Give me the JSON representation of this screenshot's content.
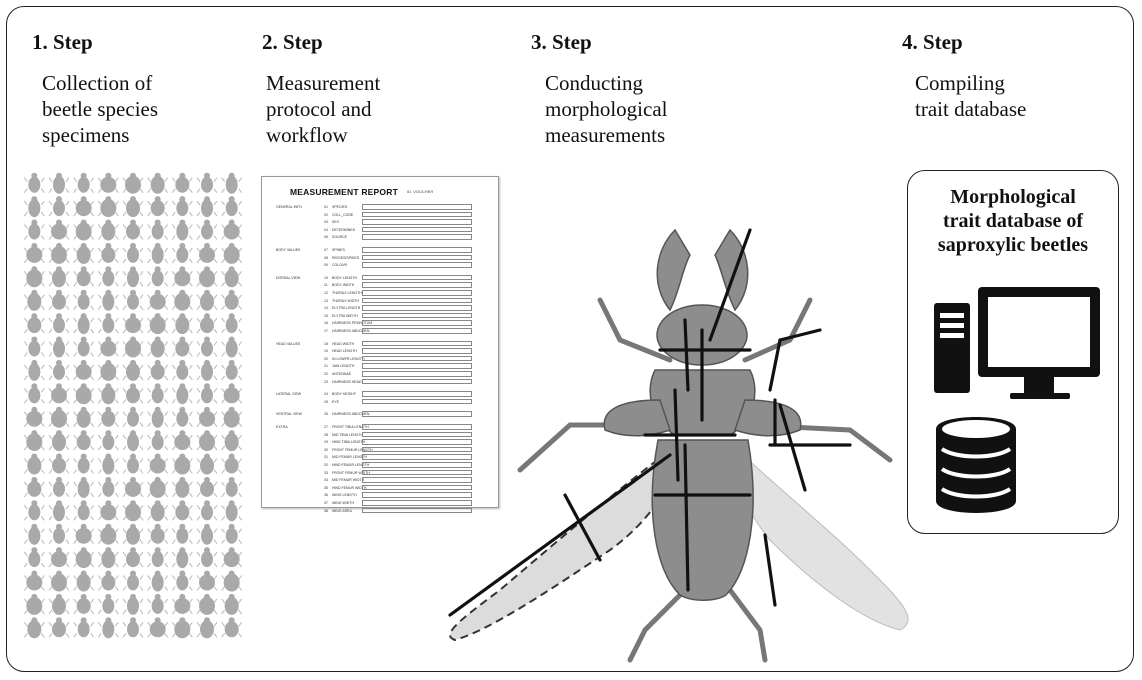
{
  "steps": [
    {
      "title": "1. Step",
      "lines": [
        "Collection of",
        "beetle species",
        "specimens"
      ]
    },
    {
      "title": "2. Step",
      "lines": [
        "Measurement",
        "protocol and",
        "workflow"
      ]
    },
    {
      "title": "3. Step",
      "lines": [
        "Conducting",
        "morphological",
        "measurements"
      ]
    },
    {
      "title": "4. Step",
      "lines": [
        "Compiling",
        "trait database"
      ]
    }
  ],
  "report": {
    "title": "MEASUREMENT REPORT",
    "id_label": "ID: VOUCHER",
    "rows": [
      {
        "section": "GENERAL INFO",
        "num": "01",
        "label": "SPECIES"
      },
      {
        "section": "",
        "num": "02",
        "label": "COLL_CODE"
      },
      {
        "section": "",
        "num": "03",
        "label": "SEX"
      },
      {
        "section": "",
        "num": "04",
        "label": "DETERMINED"
      },
      {
        "section": "",
        "num": "05",
        "label": "SOURCE"
      },
      {
        "section": "BODY VALUES",
        "num": "07",
        "label": "SPINES"
      },
      {
        "section": "",
        "num": "08",
        "label": "RIDGES/SPIKES"
      },
      {
        "section": "",
        "num": "09",
        "label": "COLOUR"
      },
      {
        "section": "DORSAL VIEW",
        "num": "10",
        "label": "BODY LENGTH"
      },
      {
        "section": "",
        "num": "11",
        "label": "BODY WIDTH"
      },
      {
        "section": "",
        "num": "12",
        "label": "THORAX LENGTH"
      },
      {
        "section": "",
        "num": "13",
        "label": "THORAX WIDTH"
      },
      {
        "section": "",
        "num": "14",
        "label": "ELYTRA LENGTH"
      },
      {
        "section": "",
        "num": "15",
        "label": "ELYTRA WIDTH"
      },
      {
        "section": "",
        "num": "16",
        "label": "HAIRINESS PRONOTUM"
      },
      {
        "section": "",
        "num": "17",
        "label": "HAIRINESS ABDOMEN"
      },
      {
        "section": "HEAD VALUES",
        "num": "18",
        "label": "HEAD WIDTH"
      },
      {
        "section": "",
        "num": "19",
        "label": "HEAD LENGTH"
      },
      {
        "section": "",
        "num": "20",
        "label": "IN LOWER LENGTH"
      },
      {
        "section": "",
        "num": "21",
        "label": "JAW LENGTH"
      },
      {
        "section": "",
        "num": "22",
        "label": "ANTENNAE"
      },
      {
        "section": "",
        "num": "23",
        "label": "HAIRINESS HEAD"
      },
      {
        "section": "LATERAL VIEW",
        "num": "24",
        "label": "BODY HEIGHT"
      },
      {
        "section": "",
        "num": "25",
        "label": "EYE"
      },
      {
        "section": "VENTRAL VIEW",
        "num": "26",
        "label": "HAIRINESS ABDOMEN"
      },
      {
        "section": "EXTRA",
        "num": "27",
        "label": "FRONT TIBIA LENGTH"
      },
      {
        "section": "",
        "num": "28",
        "label": "MID TIBIA LENGTH"
      },
      {
        "section": "",
        "num": "29",
        "label": "HIND TIBIA LENGTH"
      },
      {
        "section": "",
        "num": "30",
        "label": "FRONT FEMUR LENGTH"
      },
      {
        "section": "",
        "num": "31",
        "label": "MID FEMUR LENGTH"
      },
      {
        "section": "",
        "num": "32",
        "label": "HIND FEMUR LENGTH"
      },
      {
        "section": "",
        "num": "33",
        "label": "FRONT FEMUR WIDTH"
      },
      {
        "section": "",
        "num": "34",
        "label": "MID FEMUR WIDTH"
      },
      {
        "section": "",
        "num": "35",
        "label": "HIND FEMUR WIDTH"
      },
      {
        "section": "",
        "num": "36",
        "label": "WING LENGTH"
      },
      {
        "section": "",
        "num": "37",
        "label": "WING WIDTH"
      },
      {
        "section": "",
        "num": "38",
        "label": "WING AREA"
      }
    ]
  },
  "database": {
    "title_lines": [
      "Morphological",
      "trait database of",
      "saproxylic beetles"
    ]
  },
  "colors": {
    "specimen": "#a9a9a9",
    "beetle_body": "#8a8a8a",
    "wing": "#d8d8d8",
    "lines": "#111111"
  }
}
